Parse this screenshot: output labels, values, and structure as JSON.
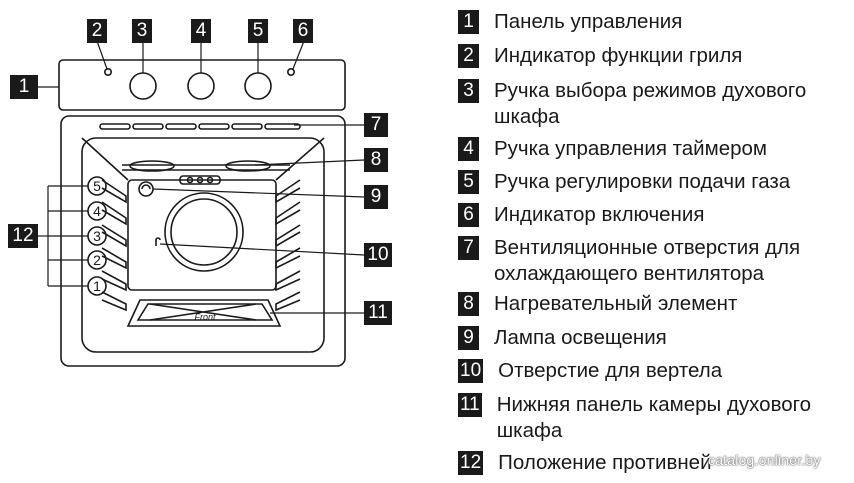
{
  "callouts": {
    "c1": "1",
    "c2": "2",
    "c3": "3",
    "c4": "4",
    "c5": "5",
    "c6": "6",
    "c7": "7",
    "c8": "8",
    "c9": "9",
    "c10": "10",
    "c11": "11",
    "c12": "12"
  },
  "positions": [
    "1",
    "2",
    "3",
    "4",
    "5"
  ],
  "tray_label": "Front",
  "legend": [
    {
      "num": "1",
      "lines": [
        "Панель управления"
      ]
    },
    {
      "num": "2",
      "lines": [
        "Индикатор функции гриля"
      ]
    },
    {
      "num": "3",
      "lines": [
        "Ручка выбора режимов духового",
        "шкафа"
      ]
    },
    {
      "num": "4",
      "lines": [
        "Ручка управления таймером"
      ]
    },
    {
      "num": "5",
      "lines": [
        "Ручка регулировки подачи газа"
      ]
    },
    {
      "num": "6",
      "lines": [
        "Индикатор включения"
      ]
    },
    {
      "num": "7",
      "lines": [
        "Вентиляционные отверстия для",
        "охлаждающего вентилятора"
      ]
    },
    {
      "num": "8",
      "lines": [
        "Нагревательный элемент"
      ]
    },
    {
      "num": "9",
      "lines": [
        "Лампа освещения"
      ]
    },
    {
      "num": "10",
      "lines": [
        "Отверстие для вертела"
      ]
    },
    {
      "num": "11",
      "lines": [
        "Нижняя панель камеры духового",
        "шкафа"
      ]
    },
    {
      "num": "12",
      "lines": [
        "Положение противней"
      ]
    }
  ],
  "watermark": "catalog.onliner.by"
}
